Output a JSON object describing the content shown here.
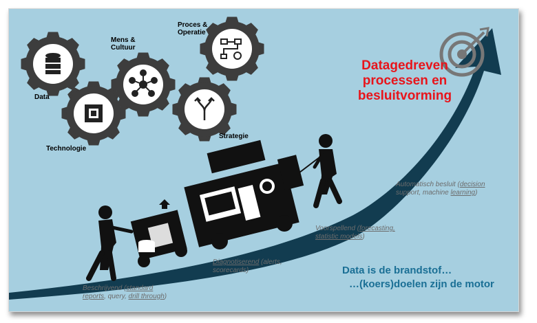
{
  "gears": [
    {
      "label": "Data",
      "icon": "database-icon"
    },
    {
      "label": "Technologie",
      "icon": "chip-icon"
    },
    {
      "label": "Mens &\nCultuur",
      "icon": "network-icon"
    },
    {
      "label": "Proces &\nOperatie",
      "icon": "process-flow-icon"
    },
    {
      "label": "Strategie",
      "icon": "split-arrow-icon"
    }
  ],
  "headline": {
    "line1": "Datagedreven",
    "line2": "processen en",
    "line3": "besluitvorming"
  },
  "slogan": {
    "line1": "Data is de brandstof…",
    "line2": "…(koers)doelen zijn de motor"
  },
  "stages": {
    "beschrijvend": {
      "a": "Beschrijvend (",
      "b": "standard",
      "c": "reports",
      "d": ", query, ",
      "e": "drill through",
      "f": ")"
    },
    "diagnotiserend": {
      "a": "Diagnotiserend",
      "b": " (alerts,",
      "c": "scorecards)"
    },
    "voorspellend": {
      "a": "Voorspellend (",
      "b": "forecasting,",
      "c": "statistic models",
      "d": ")"
    },
    "automatisch": {
      "a": "Automatisch besluit (",
      "b": "decision",
      "c": "support, machine ",
      "d": "learning",
      "e": ")"
    }
  },
  "colors": {
    "background": "#a6cfe0",
    "arrow": "#123c50",
    "gear": "#3d3d3d",
    "headline": "#e8141b",
    "slogan": "#1a6f95",
    "stage_text": "#6c6c6c"
  }
}
